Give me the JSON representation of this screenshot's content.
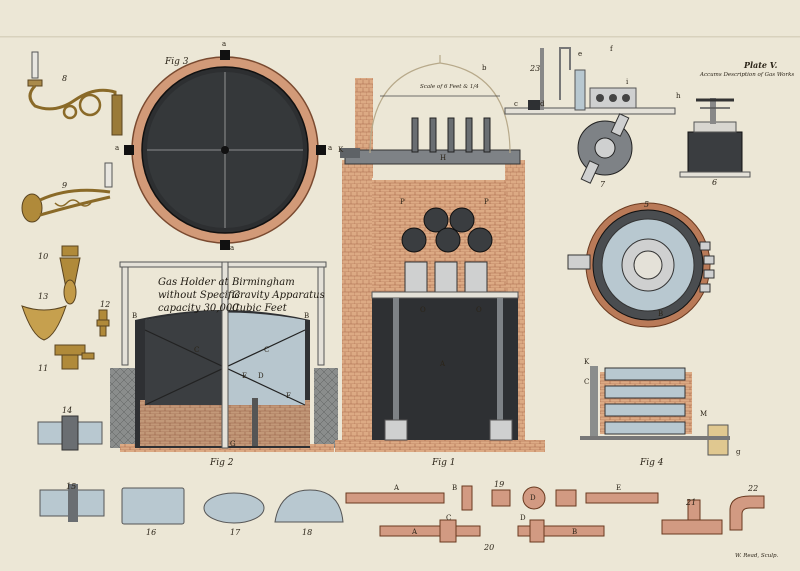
{
  "plate": {
    "title": "Plate V.",
    "subtitle": "Accums Description of Gas Works",
    "engraver": "W. Read, Sculp.",
    "scale_note": "Scale of 6 Feet & 1/4"
  },
  "gas_holder_note": {
    "left_lines": [
      "Gas Holder at",
      "without Specific",
      "capacity 30,000"
    ],
    "right_lines": [
      "Birmingham",
      "Gravity Apparatus",
      "Cubic Feet"
    ]
  },
  "figures": {
    "fig1": "Fig 1",
    "fig2": "Fig 2",
    "fig3": "Fig 3",
    "fig4": "Fig 4"
  },
  "numbers": {
    "n5": "5",
    "n6": "6",
    "n7": "7",
    "n8": "8",
    "n9": "9",
    "n10": "10",
    "n11": "11",
    "n12": "12",
    "n13": "13",
    "n14": "14",
    "n15": "15",
    "n16": "16",
    "n17": "17",
    "n18": "18",
    "n19": "19",
    "n20": "20",
    "n21": "21",
    "n22": "22",
    "n23": "23"
  },
  "letters": {
    "a": "a",
    "b": "b",
    "c": "c",
    "d": "d",
    "e": "e",
    "f": "f",
    "g": "g",
    "h": "h",
    "i": "i",
    "A": "A",
    "B": "B",
    "C": "C",
    "D": "D",
    "E": "E",
    "F": "F",
    "G": "G",
    "H": "H",
    "K": "K",
    "M": "M",
    "P": "P",
    "O": "O"
  },
  "colors": {
    "paper": "#ebe6d4",
    "brick": "#d9a47e",
    "mortar": "#b97a58",
    "iron": "#6a6e72",
    "dark": "#2f3033",
    "brass": "#b08a3a",
    "water": "#b8c8d0",
    "pipe": "#c98f78"
  }
}
